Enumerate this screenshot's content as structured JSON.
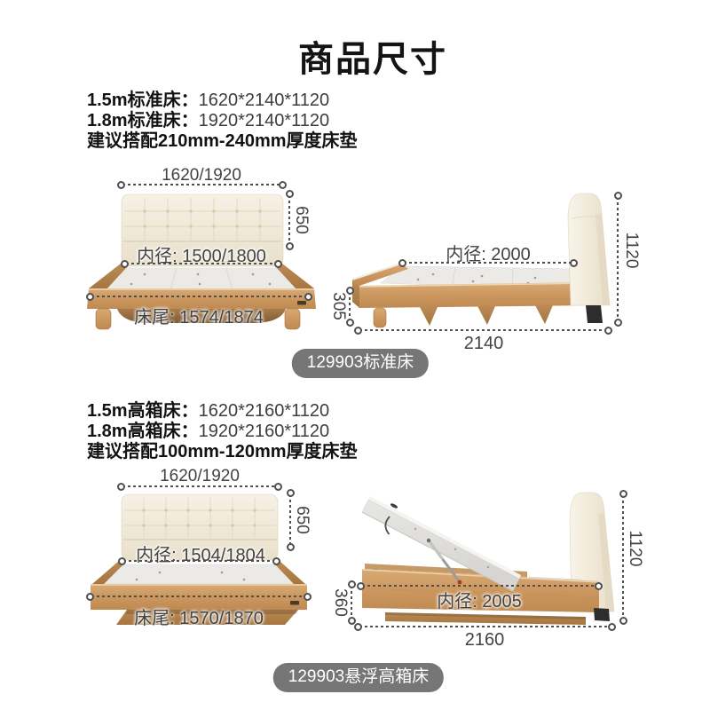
{
  "title": "商品尺寸",
  "colors": {
    "wood": "#cd9961",
    "wood_dark": "#a5763f",
    "headboard_cream": "#f2ecdd",
    "platform_white": "#ebeae6",
    "dim_line": "#4f4f4f",
    "badge_bg": "#767676",
    "badge_text": "#ffffff",
    "leg_black": "#2d2d2d"
  },
  "sections": [
    {
      "spec_rows": [
        {
          "label": "1.5m标准床：",
          "value": "1620*2140*1120"
        },
        {
          "label": "1.8m标准床：",
          "value": "1920*2140*1120"
        }
      ],
      "note": "建议搭配210mm-240mm厚度床垫",
      "front": {
        "width": "1620/1920",
        "height": "650",
        "inner": "内径: 1500/1800",
        "foot": "床尾: 1574/1874"
      },
      "side": {
        "inner": "内径: 2000",
        "height": "1120",
        "base": "305",
        "length": "2140"
      },
      "badge": "129903标准床"
    },
    {
      "spec_rows": [
        {
          "label": "1.5m高箱床：",
          "value": "1620*2160*1120"
        },
        {
          "label": "1.8m高箱床：",
          "value": "1920*2160*1120"
        }
      ],
      "note": "建议搭配100mm-120mm厚度床垫",
      "front": {
        "width": "1620/1920",
        "height": "650",
        "inner": "内径: 1504/1804",
        "foot": "床尾: 1570/1870"
      },
      "side": {
        "inner": "内径: 2005",
        "height": "1120",
        "base": "360",
        "length": "2160"
      },
      "badge": "129903悬浮高箱床"
    }
  ]
}
